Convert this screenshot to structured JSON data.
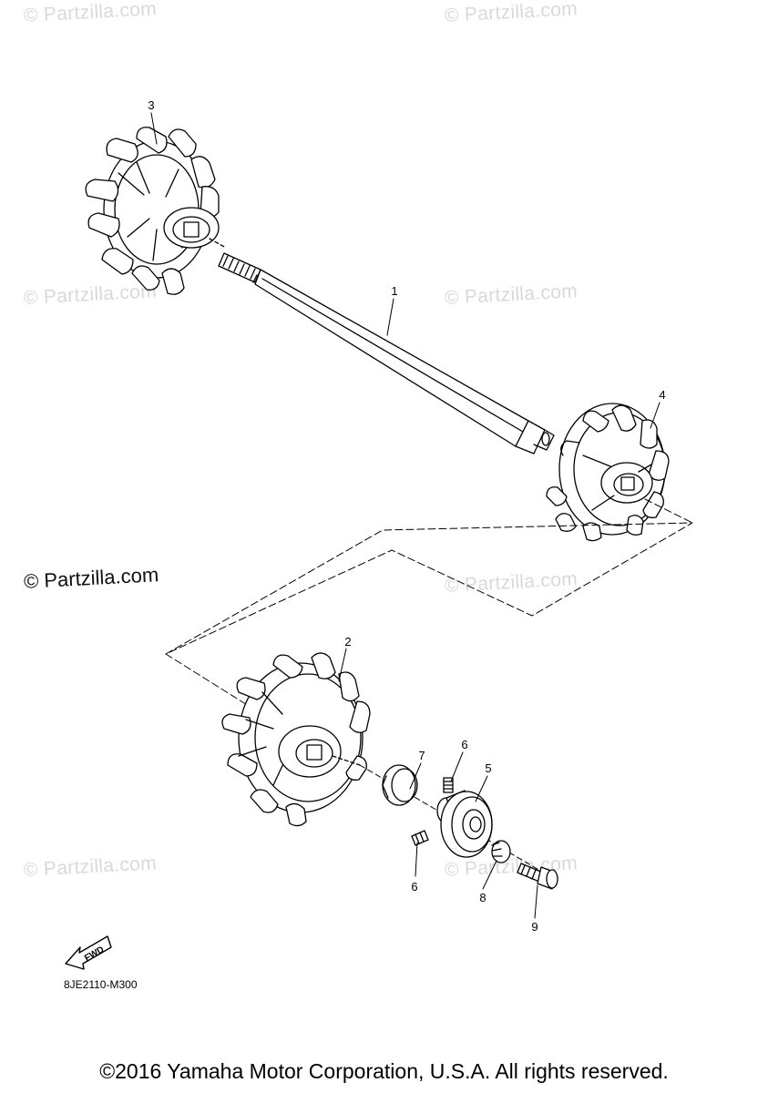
{
  "watermarks": {
    "tl": "© Partzilla.com",
    "tr": "© Partzilla.com",
    "ml": "© Partzilla.com",
    "mr": "© Partzilla.com",
    "cr": "© Partzilla.com",
    "bl": "© Partzilla.com",
    "br": "© Partzilla.com",
    "main": "© Partzilla.com"
  },
  "callouts": {
    "p1": "1",
    "p2": "2",
    "p3": "3",
    "p4": "4",
    "p5": "5",
    "p6a": "6",
    "p6b": "6",
    "p7": "7",
    "p8": "8",
    "p9": "9"
  },
  "fwd_label": "FWD",
  "drawing_code": "8JE2110-M300",
  "copyright": "©2016 Yamaha Motor Corporation, U.S.A. All rights reserved."
}
